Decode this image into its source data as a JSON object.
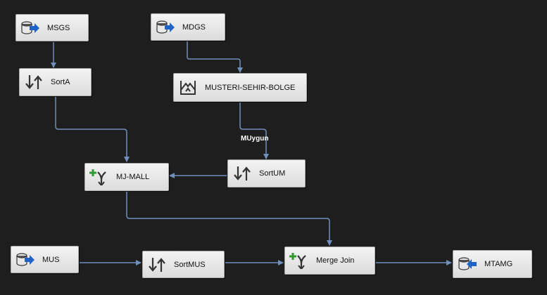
{
  "nodes": {
    "msgs": {
      "label": "MSGS",
      "icon": "ole-db-source-icon"
    },
    "mdgs": {
      "label": "MDGS",
      "icon": "ole-db-source-icon"
    },
    "sorta": {
      "label": "SortA",
      "icon": "sort-icon"
    },
    "lookup": {
      "label": "MUSTERI-SEHIR-BOLGE",
      "icon": "lookup-icon"
    },
    "mjmall": {
      "label": "MJ-MALL",
      "icon": "merge-join-icon"
    },
    "sortum": {
      "label": "SortUM",
      "icon": "sort-icon"
    },
    "mus": {
      "label": "MUS",
      "icon": "ole-db-source-icon"
    },
    "sortmus": {
      "label": "SortMUS",
      "icon": "sort-icon"
    },
    "mergejoin": {
      "label": "Merge Join",
      "icon": "merge-join-icon"
    },
    "mtamg": {
      "label": "MTAMG",
      "icon": "ole-db-destination-icon"
    }
  },
  "paths": {
    "lookup_to_sortum_label": "MUygun"
  },
  "colors": {
    "background": "#1e1e1e",
    "connector": "#6f8fbd",
    "source_arrow": "#1f63c6",
    "merge_plus": "#2f9a2f"
  }
}
